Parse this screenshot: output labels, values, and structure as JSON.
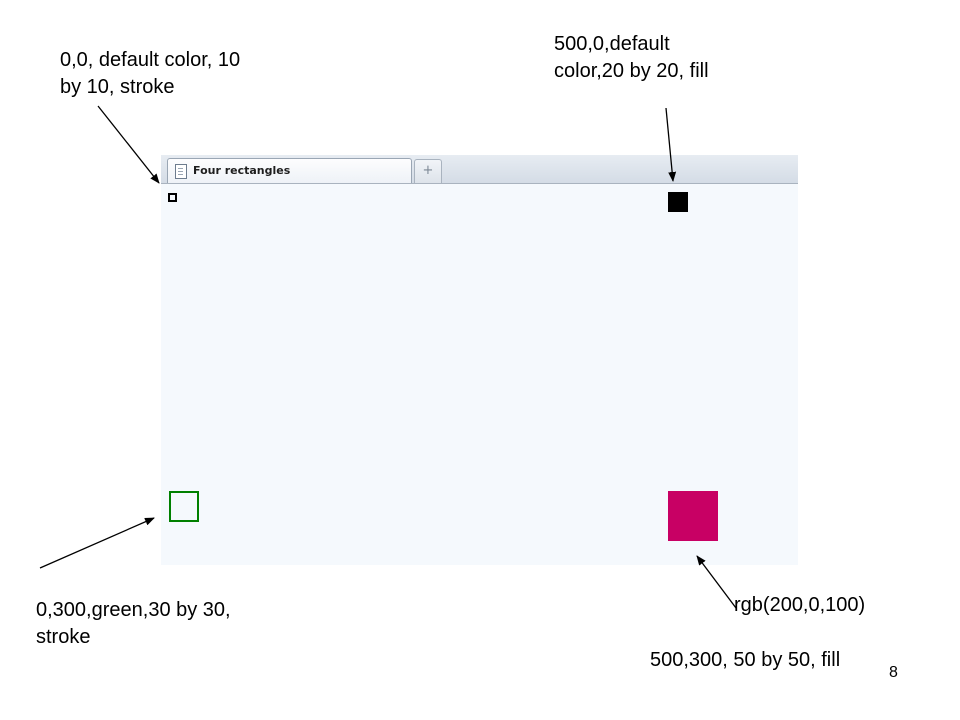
{
  "annotations": {
    "top_left": [
      "0,0, default color, 10",
      "by 10, stroke"
    ],
    "top_right": [
      "500,0,default",
      "color,20 by 20, fill"
    ],
    "bottom_left": [
      "0,300,green,30 by 30,",
      "stroke"
    ],
    "bottom_right_color": "rgb(200,0,100)",
    "bottom_right": "500,300, 50 by 50, fill"
  },
  "slide_number": "8",
  "browser": {
    "tab_title": "Four rectangles",
    "new_tab_symbol": "+"
  },
  "rectangles": {
    "stroke_default_color": "#000000",
    "fill_default_color": "#000000",
    "green_stroke_color": "#008000",
    "magenta_fill_color": "#c80064"
  }
}
